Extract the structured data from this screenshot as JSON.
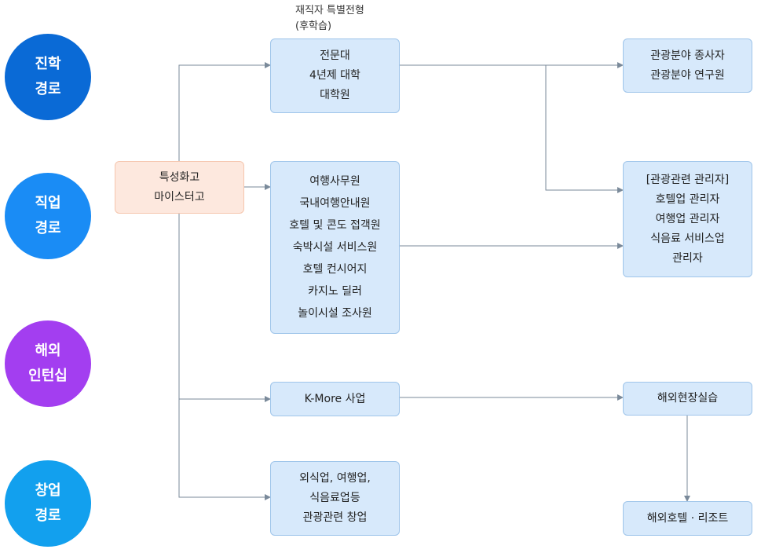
{
  "paths": [
    {
      "lines": [
        "진학",
        "경로"
      ],
      "color": "#0a6ad6"
    },
    {
      "lines": [
        "직업",
        "경로"
      ],
      "color": "#1a8cf5"
    },
    {
      "lines": [
        "해외",
        "인턴십"
      ],
      "color": "#a33ef0"
    },
    {
      "lines": [
        "창업",
        "경로"
      ],
      "color": "#12a0ee"
    }
  ],
  "start_box": {
    "lines": [
      "특성화고",
      "마이스터고"
    ]
  },
  "note": {
    "lines": [
      "재직자 특별전형",
      "(후학습)"
    ]
  },
  "middle_boxes": {
    "education": {
      "lines": [
        "전문대",
        "4년제 대학",
        "대학원"
      ]
    },
    "jobs": {
      "lines": [
        "여행사무원",
        "국내여행안내원",
        "호텔 및 콘도 접객원",
        "숙박시설 서비스원",
        "호텔 컨시어지",
        "카지노 딜러",
        "놀이시설 조사원"
      ]
    },
    "kmore": {
      "lines": [
        "K-More 사업"
      ]
    },
    "startup": {
      "lines": [
        "외식업, 여행업,",
        "식음료업등",
        "관광관련 창업"
      ]
    }
  },
  "right_boxes": {
    "tourism_workers": {
      "lines": [
        "관광분야 종사자",
        "관광분야 연구원"
      ]
    },
    "managers": {
      "lines": [
        "[관광관련 관리자]",
        "호텔업 관리자",
        "여행업 관리자",
        "식음료 서비스업",
        "관리자"
      ]
    },
    "overseas_practice": {
      "lines": [
        "해외현장실습"
      ]
    },
    "overseas_hotel": {
      "lines": [
        "해외호텔 · 리조트"
      ]
    }
  },
  "colors": {
    "box_fill": "#d7e9fb",
    "box_border": "#9fc5ea",
    "start_fill": "#fde8de",
    "start_border": "#f5c6ae",
    "line": "#7a8a9a"
  }
}
